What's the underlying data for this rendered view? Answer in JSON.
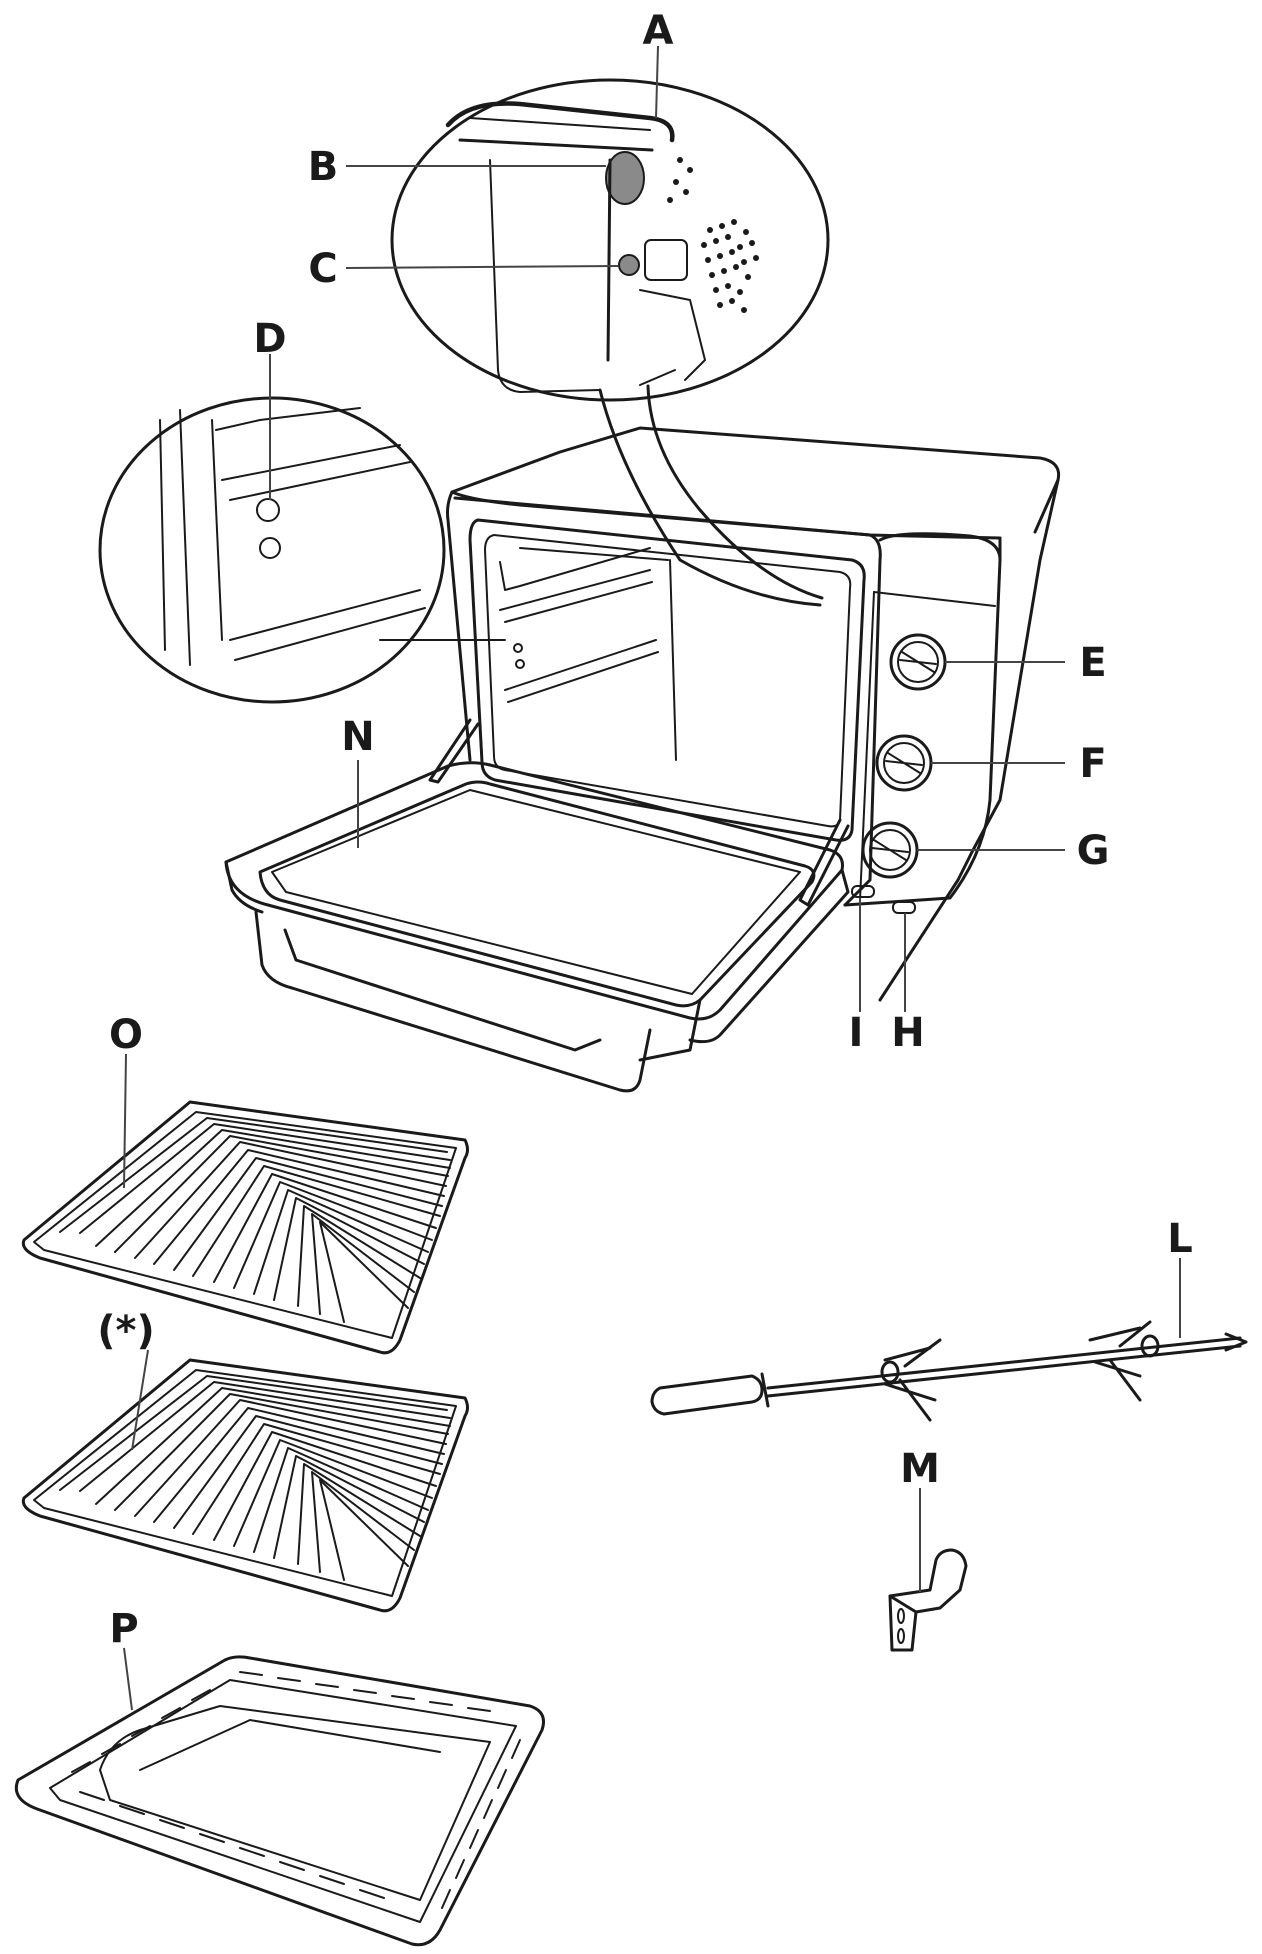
{
  "labels": {
    "A": "A",
    "B": "B",
    "C": "C",
    "D": "D",
    "E": "E",
    "F": "F",
    "G": "G",
    "H": "H",
    "I": "I",
    "L": "L",
    "M": "M",
    "N": "N",
    "O": "O",
    "P": "P",
    "star": "(*)"
  }
}
